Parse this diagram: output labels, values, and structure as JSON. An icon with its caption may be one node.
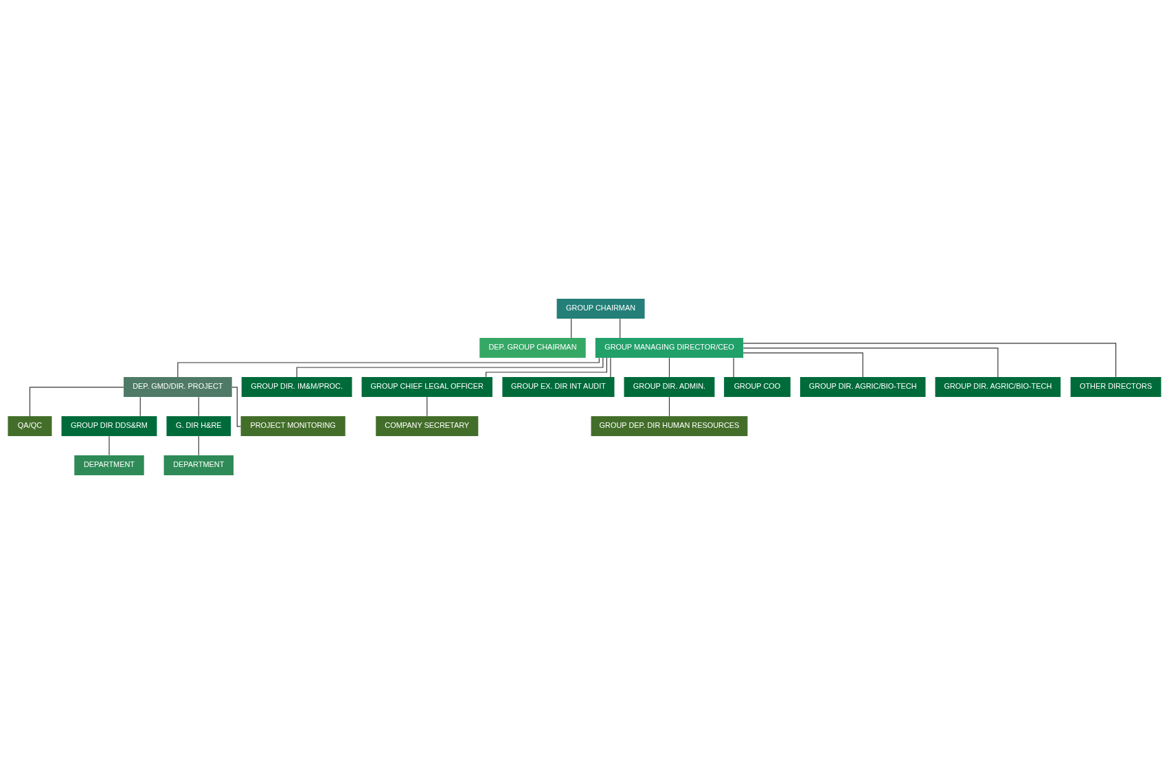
{
  "diagram": {
    "nodes": [
      {
        "text": [
          "GROUP CHAIRMAN"
        ]
      },
      {
        "text": [
          "DEP. GROUP CHAIRMAN"
        ]
      },
      {
        "text": [
          "GROUP MANAGING DIRECTOR/CEO"
        ]
      },
      {
        "text": [
          "DEP. GMD/DIR. PROJECT"
        ]
      },
      {
        "text": [
          "GROUP DIR. IM&M/PROC."
        ]
      },
      {
        "text": [
          "GROUP CHIEF LEGAL OFFICER"
        ]
      },
      {
        "text": [
          "GROUP EX. DIR INT AUDIT"
        ]
      },
      {
        "text": [
          "GROUP DIR. ADMIN."
        ]
      },
      {
        "text": [
          "GROUP COO"
        ]
      },
      {
        "text": [
          "GROUP DIR. AGRIC/BIO-TECH"
        ]
      },
      {
        "text": [
          "GROUP DIR. AGRIC/BIO-TECH"
        ]
      },
      {
        "text": [
          "OTHER DIRECTORS"
        ]
      },
      {
        "text": [
          "COMPANY SECRETARY"
        ]
      },
      {
        "text": [
          "GROUP DEP. DIR HUMAN RESOURCES"
        ]
      },
      {
        "text": [
          "QA/QC"
        ]
      },
      {
        "text": [
          "GROUP DIR DDS&RM"
        ]
      },
      {
        "text": [
          "G. DIR H&RE"
        ]
      },
      {
        "text": [
          "PROJECT MONITORING"
        ]
      },
      {
        "text": [
          "DEPARTMENT"
        ]
      },
      {
        "text": [
          "DEPARTMENT"
        ]
      }
    ],
    "edges": [
      {
        "from": 0,
        "to": 1,
        "arrow": "none"
      },
      {
        "from": 0,
        "to": 2,
        "arrow": "none"
      },
      {
        "from": 2,
        "to": 3,
        "arrow": "none"
      },
      {
        "from": 2,
        "to": 4,
        "arrow": "none"
      },
      {
        "from": 2,
        "to": 5,
        "arrow": "none"
      },
      {
        "from": 2,
        "to": 6,
        "arrow": "none"
      },
      {
        "from": 2,
        "to": 7,
        "arrow": "none"
      },
      {
        "from": 2,
        "to": 8,
        "arrow": "none"
      },
      {
        "from": 2,
        "to": 9,
        "arrow": "none"
      },
      {
        "from": 2,
        "to": 10,
        "arrow": "none"
      },
      {
        "from": 2,
        "to": 11,
        "arrow": "none"
      },
      {
        "from": 5,
        "to": 12,
        "arrow": "none"
      },
      {
        "from": 7,
        "to": 13,
        "arrow": "none"
      },
      {
        "from": 3,
        "to": 14,
        "arrow": "none"
      },
      {
        "from": 3,
        "to": 15,
        "arrow": "none"
      },
      {
        "from": 3,
        "to": 16,
        "arrow": "none"
      },
      {
        "from": 3,
        "to": 17,
        "arrow": "none"
      },
      {
        "from": 15,
        "to": 18,
        "arrow": "none"
      },
      {
        "from": 16,
        "to": 19,
        "arrow": "none"
      }
    ]
  }
}
